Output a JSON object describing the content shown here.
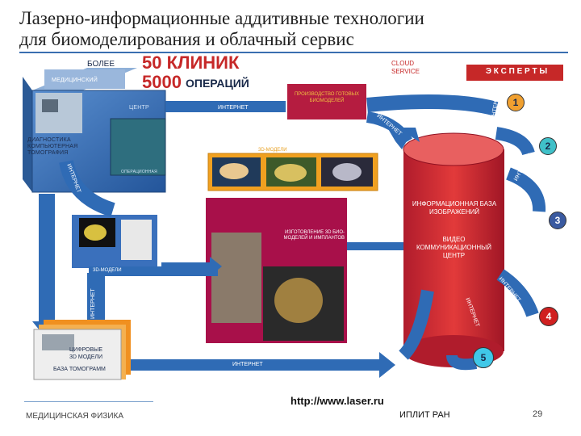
{
  "title_line1": "Лазерно-информационные аддитивные технологии",
  "title_line2": "для биомоделирования и облачный сервис",
  "stats": {
    "more": "БОЛЕЕ",
    "clinics": "50 КЛИНИК",
    "operations_num": "5000",
    "operations_word": "ОПЕРАЦИЙ"
  },
  "left_panel": {
    "medical": "МЕДИЦИНСКИЙ",
    "center": "ЦЕНТР",
    "diagnostics": "ДИАГНОСТИКА КОМПЬЮТЕРНАЯ ТОМОГРАФИЯ",
    "surgery": "ОПЕРАЦИОННАЯ"
  },
  "cloud": {
    "label": "CLOUD SERVICE"
  },
  "experts": {
    "label": "Э К С П Е Р Т Ы",
    "numbers": [
      "1",
      "2",
      "3",
      "4",
      "5"
    ]
  },
  "production": "ПРОИЗВОДСТВО ГОТОВЫХ БИОМОДЕЛЕЙ",
  "models_3d": "3D-МОДЕЛИ",
  "models_3d_small": "3D-МОДЕЛИ",
  "manufacturing": "ИЗГОТОВЛЕНИЕ 3D БИО-МОДЕЛЕЙ И ИМПЛАНТОВ",
  "database": "ИНФОРМАЦИОННАЯ БАЗА ИЗОБРАЖЕНИЙ",
  "video_center": "ВИДЕО КОММУНИКАЦИОННЫЙ ЦЕНТР",
  "internet": "ИНТЕРНЕТ",
  "digital": {
    "l1": "ЦИФРОВЫЕ",
    "l2": "3D МОДЕЛИ",
    "l3": "БАЗА ТОМОГРАММ"
  },
  "footer": {
    "left": "МЕДИЦИНСКАЯ ФИЗИКА",
    "url": "http://www.laser.ru",
    "org": "ИПЛИТ РАН",
    "page": "29"
  },
  "colors": {
    "blue": "#2f6bb5",
    "red": "#c62828",
    "magenta": "#a8104a",
    "db": "#c62828",
    "arrow": "#3b6fd0"
  }
}
